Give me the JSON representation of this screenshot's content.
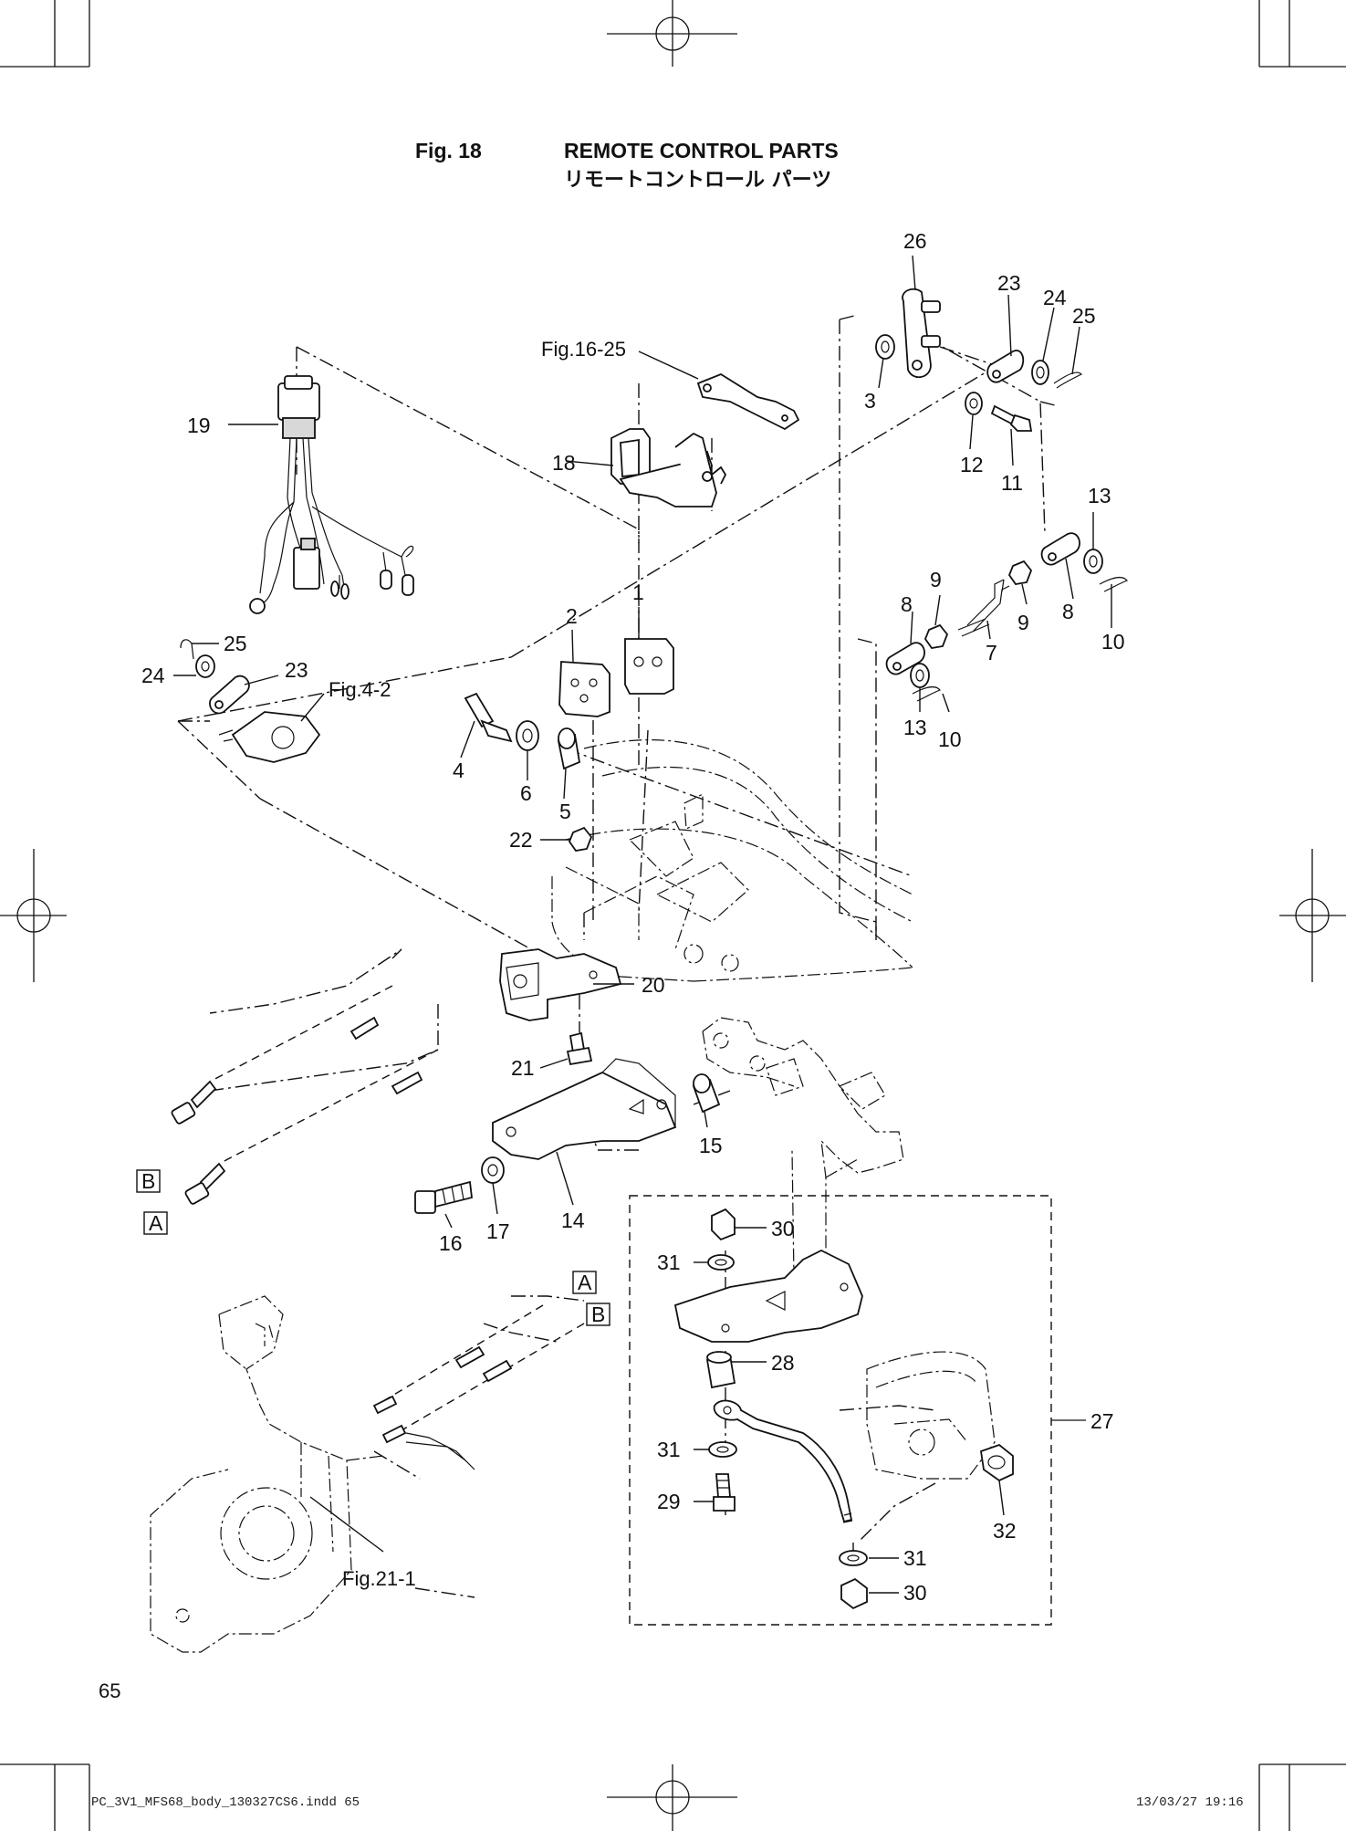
{
  "figure": {
    "number": "Fig. 18",
    "title_en": "REMOTE CONTROL PARTS",
    "title_jp": "リモートコントロール パーツ"
  },
  "page_number": "65",
  "footer": {
    "file": "PC_3V1_MFS68_body_130327CS6.indd   65",
    "timestamp": "13/03/27   19:16"
  },
  "callouts": {
    "p1": "1",
    "p2": "2",
    "p3": "3",
    "p4": "4",
    "p5": "5",
    "p6": "6",
    "p7": "7",
    "p8a": "8",
    "p8b": "8",
    "p9a": "9",
    "p9b": "9",
    "p10a": "10",
    "p10b": "10",
    "p11": "11",
    "p12": "12",
    "p13a": "13",
    "p13b": "13",
    "p14": "14",
    "p15": "15",
    "p16": "16",
    "p17": "17",
    "p18": "18",
    "p19": "19",
    "p20": "20",
    "p21": "21",
    "p22": "22",
    "p23a": "23",
    "p23b": "23",
    "p24a": "24",
    "p24b": "24",
    "p25a": "25",
    "p25b": "25",
    "p26": "26",
    "p27": "27",
    "p28": "28",
    "p29": "29",
    "p30a": "30",
    "p30b": "30",
    "p31a": "31",
    "p31b": "31",
    "p31c": "31",
    "p32": "32"
  },
  "references": {
    "fig16_25": "Fig.16-25",
    "fig4_2": "Fig.4-2",
    "fig21_1": "Fig.21-1"
  },
  "cable_markers": {
    "b_left": "B",
    "a_left": "A",
    "a_right": "A",
    "b_right": "B"
  }
}
